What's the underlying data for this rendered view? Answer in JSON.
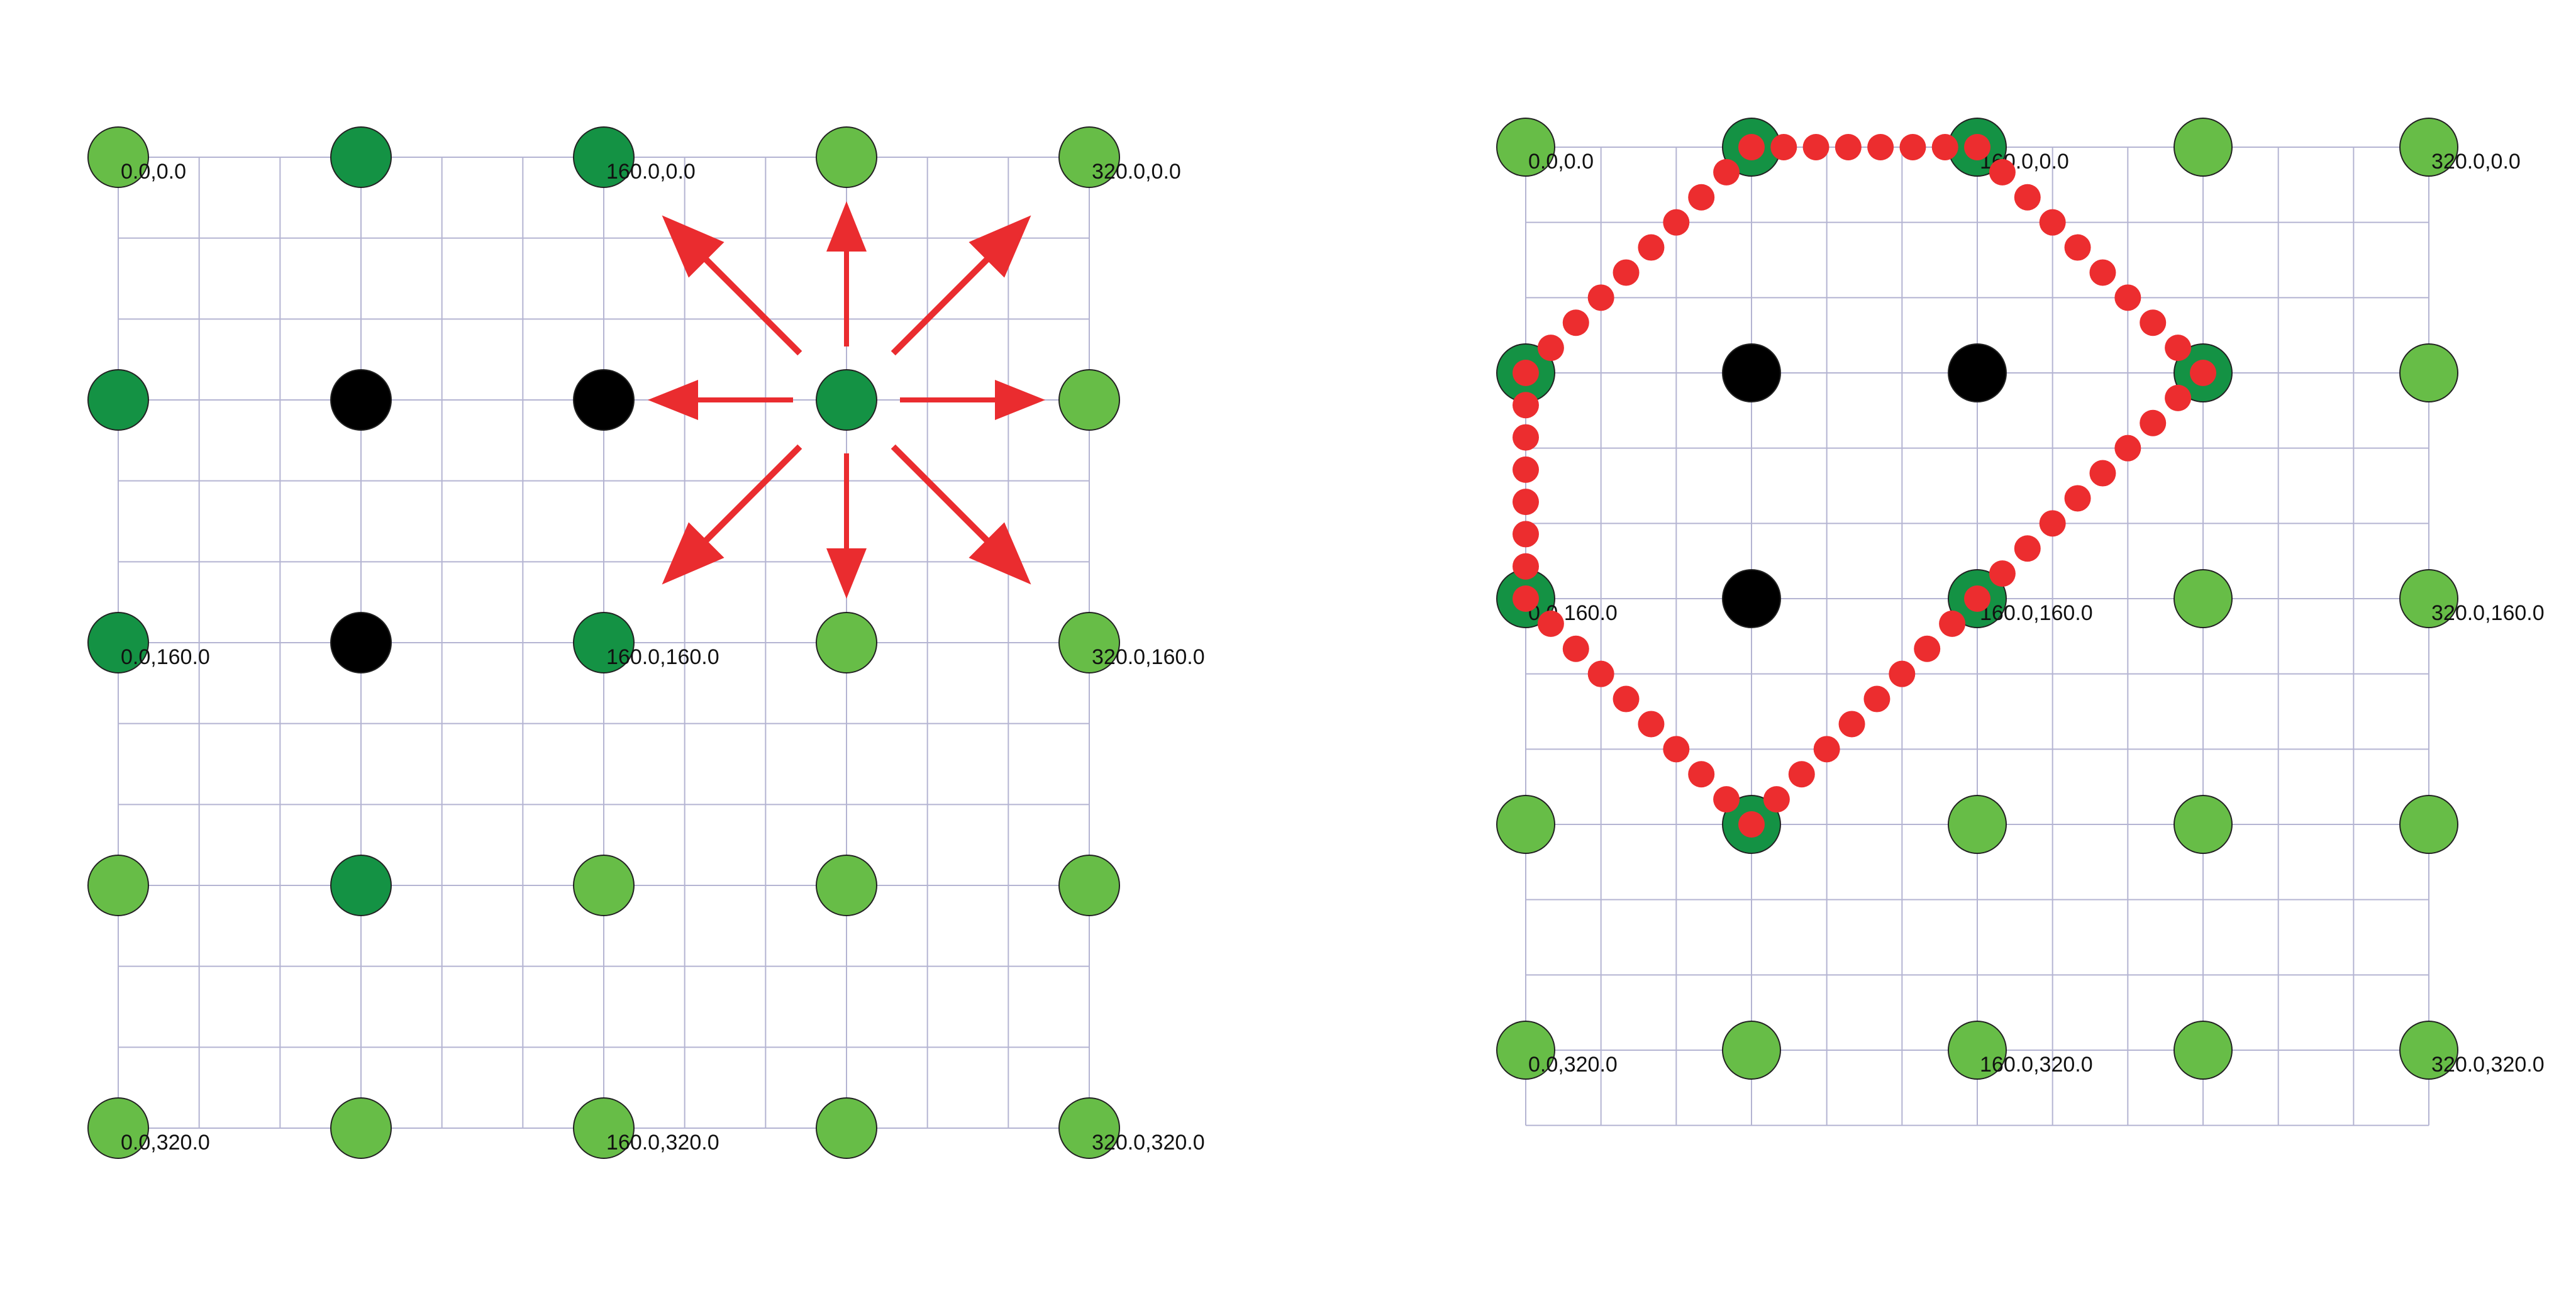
{
  "colors": {
    "grid": "#b4b4d2",
    "dot_light": "#67bd47",
    "dot_dark": "#149244",
    "dot_black": "#000000",
    "dot_outline": "#222222",
    "arrow": "#ea2c2f",
    "contour_dot": "#ec2d2f"
  },
  "panels": [
    {
      "name": "left",
      "points": [
        [
          "light",
          "dark",
          "dark",
          "light",
          "light"
        ],
        [
          "dark",
          "black",
          "black",
          "dark",
          "light"
        ],
        [
          "dark",
          "black",
          "dark",
          "light",
          "light"
        ],
        [
          "light",
          "dark",
          "light",
          "light",
          "light"
        ],
        [
          "light",
          "light",
          "light",
          "light",
          "light"
        ]
      ],
      "labels": [
        {
          "text": "0.0,0.0",
          "row": 0,
          "col": 0
        },
        {
          "text": "160.0,0.0",
          "row": 0,
          "col": 2
        },
        {
          "text": "320.0,0.0",
          "row": 0,
          "col": 4
        },
        {
          "text": "0.0,160.0",
          "row": 2,
          "col": 0
        },
        {
          "text": "160.0,160.0",
          "row": 2,
          "col": 2
        },
        {
          "text": "320.0,160.0",
          "row": 2,
          "col": 4
        },
        {
          "text": "0.0,320.0",
          "row": 4,
          "col": 0
        },
        {
          "text": "160.0,320.0",
          "row": 4,
          "col": 2
        },
        {
          "text": "320.0,320.0",
          "row": 4,
          "col": 4
        }
      ],
      "arrows": {
        "from": {
          "row": 1,
          "col": 3
        },
        "directions": [
          "N",
          "NE",
          "E",
          "SE",
          "S",
          "SW",
          "W",
          "NW"
        ]
      }
    },
    {
      "name": "right",
      "points": [
        [
          "light",
          "dark",
          "dark",
          "light",
          "light"
        ],
        [
          "dark",
          "black",
          "black",
          "dark",
          "light"
        ],
        [
          "dark",
          "black",
          "dark",
          "light",
          "light"
        ],
        [
          "light",
          "dark",
          "light",
          "light",
          "light"
        ],
        [
          "light",
          "light",
          "light",
          "light",
          "light"
        ]
      ],
      "labels": [
        {
          "text": "0.0,0.0",
          "row": 0,
          "col": 0
        },
        {
          "text": "160.0,0.0",
          "row": 0,
          "col": 2
        },
        {
          "text": "320.0,0.0",
          "row": 0,
          "col": 4
        },
        {
          "text": "0.0,160.0",
          "row": 2,
          "col": 0
        },
        {
          "text": "160.0,160.0",
          "row": 2,
          "col": 2
        },
        {
          "text": "320.0,160.0",
          "row": 2,
          "col": 4
        },
        {
          "text": "0.0,320.0",
          "row": 4,
          "col": 0
        },
        {
          "text": "160.0,320.0",
          "row": 4,
          "col": 2
        },
        {
          "text": "320.0,320.0",
          "row": 4,
          "col": 4
        }
      ],
      "contour": {
        "vertices": [
          [
            0,
            1
          ],
          [
            0,
            2
          ],
          [
            1,
            3
          ],
          [
            2,
            2
          ],
          [
            3,
            1
          ],
          [
            2,
            0
          ],
          [
            1,
            0
          ]
        ]
      }
    }
  ]
}
